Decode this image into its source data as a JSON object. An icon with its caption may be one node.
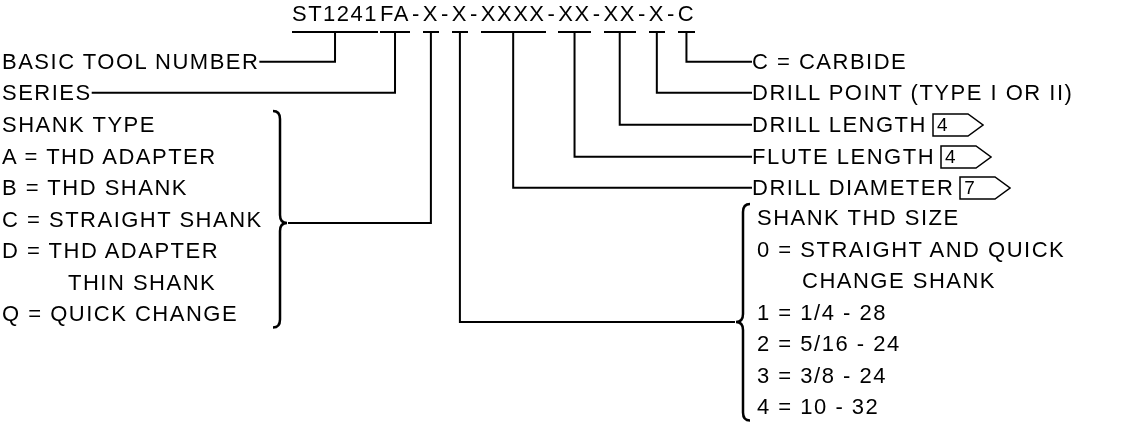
{
  "diagram": {
    "nodes": [
      {
        "text": [
          "ST1241"
        ]
      },
      {
        "text": [
          "FA"
        ]
      },
      {
        "text": [
          "X"
        ]
      },
      {
        "text": [
          "X"
        ]
      },
      {
        "text": [
          "XXXX"
        ]
      },
      {
        "text": [
          "XX"
        ]
      },
      {
        "text": [
          "XX"
        ]
      },
      {
        "text": [
          "X"
        ]
      },
      {
        "text": [
          "C"
        ]
      },
      {
        "text": [
          "BASIC TOOL NUMBER"
        ]
      },
      {
        "text": [
          "SERIES"
        ]
      },
      {
        "text": [
          "SHANK TYPE",
          "A = THD ADAPTER",
          "B = THD SHANK",
          "C = STRAIGHT SHANK",
          "D = THD ADAPTER THIN SHANK",
          "Q = QUICK CHANGE"
        ]
      },
      {
        "text": [
          "C = CARBIDE"
        ]
      },
      {
        "text": [
          "DRILL POINT (TYPE I OR II)"
        ]
      },
      {
        "text": [
          "DRILL LENGTH"
        ]
      },
      {
        "text": [
          "4"
        ]
      },
      {
        "text": [
          "FLUTE LENGTH"
        ]
      },
      {
        "text": [
          "4"
        ]
      },
      {
        "text": [
          "DRILL DIAMETER"
        ]
      },
      {
        "text": [
          "7"
        ]
      },
      {
        "text": [
          "SHANK THD SIZE",
          "0 = STRAIGHT AND QUICK CHANGE SHANK",
          "1 = 1/4 - 28",
          "2 = 5/16 - 24",
          "3 = 3/8 - 24",
          "4 = 10 - 32"
        ]
      }
    ],
    "edges": [
      {
        "from": 9,
        "to": 0,
        "arrow": "none"
      },
      {
        "from": 10,
        "to": 1,
        "arrow": "none"
      },
      {
        "from": 11,
        "to": 2,
        "arrow": "none"
      },
      {
        "from": 20,
        "to": 3,
        "arrow": "none"
      },
      {
        "from": 18,
        "to": 4,
        "arrow": "none"
      },
      {
        "from": 16,
        "to": 5,
        "arrow": "none"
      },
      {
        "from": 14,
        "to": 6,
        "arrow": "none"
      },
      {
        "from": 13,
        "to": 7,
        "arrow": "none"
      },
      {
        "from": 12,
        "to": 8,
        "arrow": "none"
      }
    ],
    "labels": [
      "-",
      "-",
      "-",
      "-",
      "-",
      "-",
      "-"
    ]
  }
}
